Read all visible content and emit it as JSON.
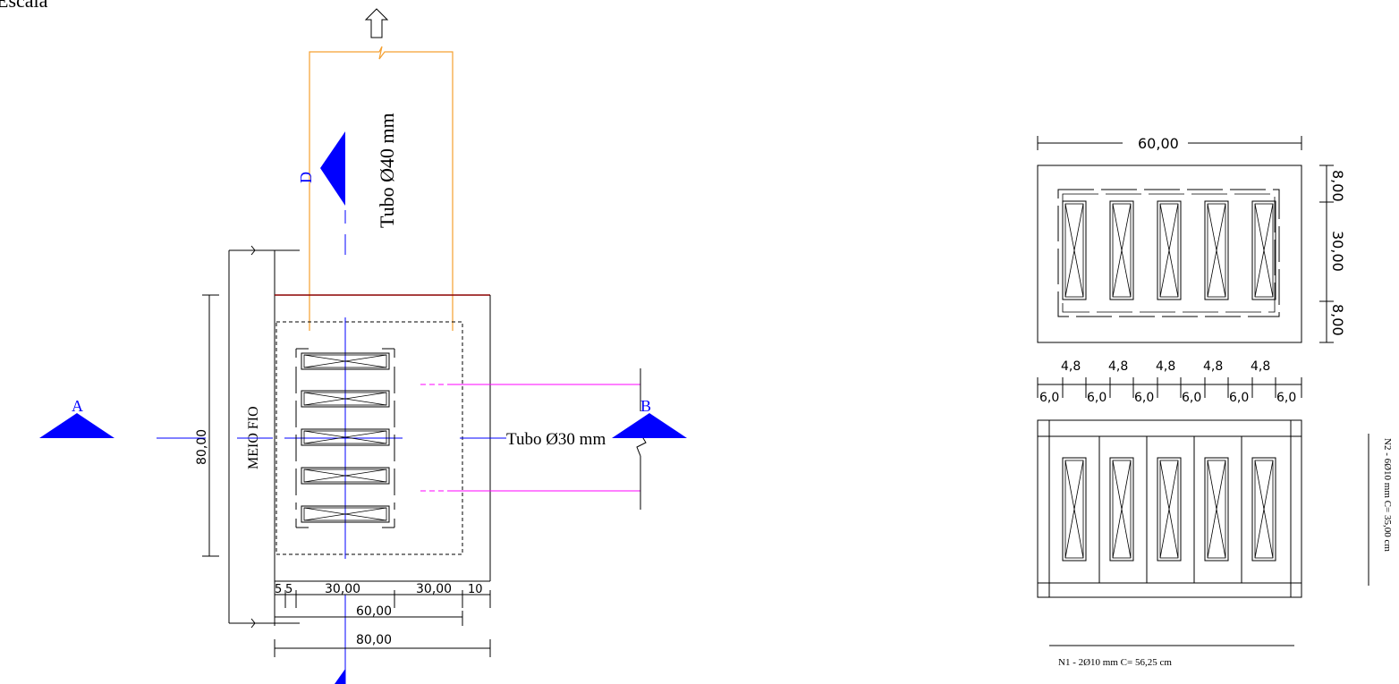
{
  "corner_label": "Escala",
  "plan": {
    "pipe_top_label": "Tubo Ø40 mm",
    "pipe_right_label": "Tubo Ø30 mm",
    "curb_label": "MEIO FIO",
    "section_a": "A",
    "section_b": "B",
    "section_d": "D",
    "dims": {
      "height": "80,00",
      "five_a": "5",
      "five_b": "5",
      "left_30": "30,00",
      "right_30": "30,00",
      "ten": "10",
      "inner_60": "60,00",
      "outer_80": "80,00"
    }
  },
  "detail": {
    "width": "60,00",
    "right_dims": [
      "8,00",
      "30,00",
      "8,00"
    ],
    "bar_spaces": [
      "4,8",
      "4,8",
      "4,8",
      "4,8",
      "4,8"
    ],
    "gaps": [
      "6,0",
      "6,0",
      "6,0",
      "6,0",
      "6,0",
      "6,0"
    ],
    "rebar_n1": "N1 - 2Ø10 mm C= 56,25 cm",
    "rebar_n2": "N2 - 6Ø10 mm C= 35,00 cm"
  },
  "colors": {
    "outline": "#000000",
    "axis_blue": "#0000ff",
    "pipe_magenta": "#ff00ff",
    "pipe_orange": "#f5a030",
    "edge_red": "#8b0000"
  }
}
